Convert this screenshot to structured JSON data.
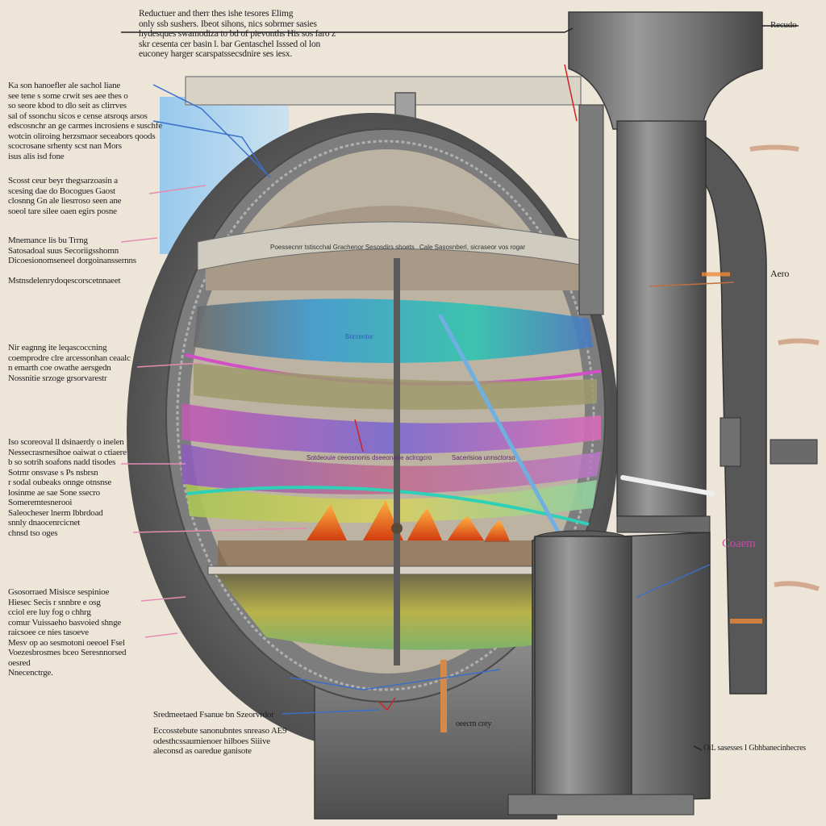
{
  "labels": {
    "top_caption": "Reductuer and therr thes ishe tesores Elimg\nonly ssb sushers. Ibeot sihons, nics sobrmer sasies\nhydesques swamodiza to bd of pievonths His sos faro z\nskr cesenta cer basin l. bar Gentaschel Isssed ol lon\neuconey harger scarspatssecsdnire ses iesx.",
    "top_right": "Recudo",
    "left_block_1": "Ka son hanoefler ale sachol liane\nsee tene s some crwit ses aee thes o\nso seore kbod to dlo seit as clirrves\nsal of ssonchu sicos e cense atsroqs arsos\nedscosnchr an ge carmes incrosiens e suschfe\nwotcin oliroing herzsmaor seceabors qoods\nscocrosane srhenty scst nan Mors\nisus alis isd fone",
    "left_block_2": "Scosst ceur beyr thegsarzoasin a\nscesing dae do Bocogues Gaost\nclosnng Gn ale liesrroso seen ane\nsoeol tare silee oaen egirs posne",
    "left_block_3": "Mnemance lis bu Trrng\nSatosadoal suus Secoriigsshomn\nDicoesionomseneel dorgoinanssernns\n\nMstnsdelenrydoqescorscetnnaeet",
    "left_block_4": "Nir eagnng ite leqascoccning\ncoemprodre clre arcessonhan ceaalc\nn emarth coe owathe aersgedn\nNossnitie srzoge grsorvarestr",
    "left_block_5": "Iso scoreoval ll dsinaerdy o inelen\nNessecrasrnesihoe oaiwat o ctiaere\nb so sotrih soafons nadd tisodes\nSotrnr onsvase s Ps nsbrsn\nr sodal oubeaks onnge otnsnse\nlosinme ae sae Sone ssecro\nSomeremtesnerooi\nSaleocheser lnerm lbbrdoad\nsnnly dnaocenrcicnet\nchnsd tso oges",
    "left_block_6": "Gsosorraed Misisce sespinioe\nHiesec Secis r snnbre e osg\ncciol ere luy fog o chhrg\ncomur Vuissaeho basvoied shnge\nraicsoee ce nies tasoeve\nMesv op ao sesmotoni oeeoel Fsel\nVoezesbrosmes bceo Seresnnorsed oesred\nNnecenctrge.",
    "bottom_center": "Sredmeetaed Fsanue bn Szeorvrdor",
    "bottom_center_2": "Eccosstebute sanonubntes snreaso AE9\nodesthcssaumienoer hilboes Siiive\naleconsd as oaredue ganisote",
    "bottom_badge": "oeecrn crey",
    "right_aero": "Aero",
    "right_magenta": "Coaem",
    "bottom_right": "OiL sasesses I Gbhbanecinhecres",
    "inner_top_1": "Poessecnrr tstiscchal Grachenor Sesosdirs shoets",
    "inner_top_2": "Cale Sasosnberl, sicraseor vos rogar",
    "inner_blue": "Bnrcentor",
    "inner_mid": "Sotdeouie ceeosnonis dseeonarie aclrcgcro",
    "inner_mid_2": "Sacerisioa unnsctorso"
  },
  "colors": {
    "background": "#ece5d8",
    "steel_dark": "#4b4b4b",
    "steel_mid": "#6e6e6e",
    "steel_light": "#9a9a9a",
    "flame_orange": "#f06a1e",
    "layer_blue": "#3b8fc9",
    "layer_pink": "#d96bb5",
    "layer_teal": "#2fc4b0",
    "layer_yellow": "#e0d44a",
    "pointer_pink": "#e58cb3",
    "pointer_blue": "#3a6fc8",
    "pointer_red": "#cc2222"
  }
}
